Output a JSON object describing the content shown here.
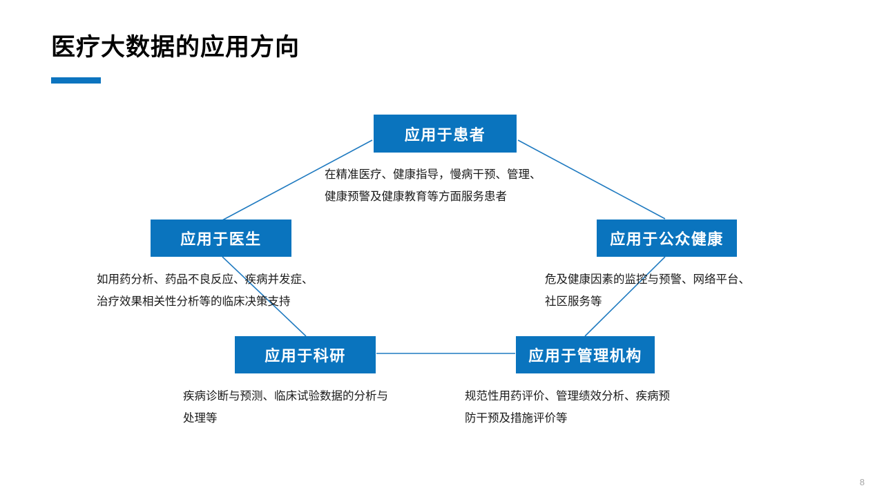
{
  "slide": {
    "title": "医疗大数据的应用方向",
    "page_number": "8",
    "accent_color": "#0a74be",
    "rule_color": "#0c74bf",
    "background_color": "#ffffff"
  },
  "diagram": {
    "type": "node-network",
    "nodes": [
      {
        "id": "patient",
        "label": "应用于患者",
        "description": "在精准医疗、健康指导，慢病干预、管理、\n健康预警及健康教育等方面服务患者"
      },
      {
        "id": "doctor",
        "label": "应用于医生",
        "description": "如用药分析、药品不良反应、疾病并发症、\n治疗效果相关性分析等的临床决策支持"
      },
      {
        "id": "public_health",
        "label": "应用于公众健康",
        "description": "危及健康因素的监控与预警、网络平台、\n社区服务等"
      },
      {
        "id": "research",
        "label": "应用于科研",
        "description": "疾病诊断与预测、临床试验数据的分析与\n处理等"
      },
      {
        "id": "administration",
        "label": "应用于管理机构",
        "description": "规范性用药评价、管理绩效分析、疾病预\n防干预及措施评价等"
      }
    ],
    "edges": [
      {
        "from": "doctor",
        "to": "patient"
      },
      {
        "from": "patient",
        "to": "public_health"
      },
      {
        "from": "doctor",
        "to": "research"
      },
      {
        "from": "public_health",
        "to": "administration"
      },
      {
        "from": "research",
        "to": "administration"
      }
    ],
    "edge_color": "#1f7ac0"
  }
}
